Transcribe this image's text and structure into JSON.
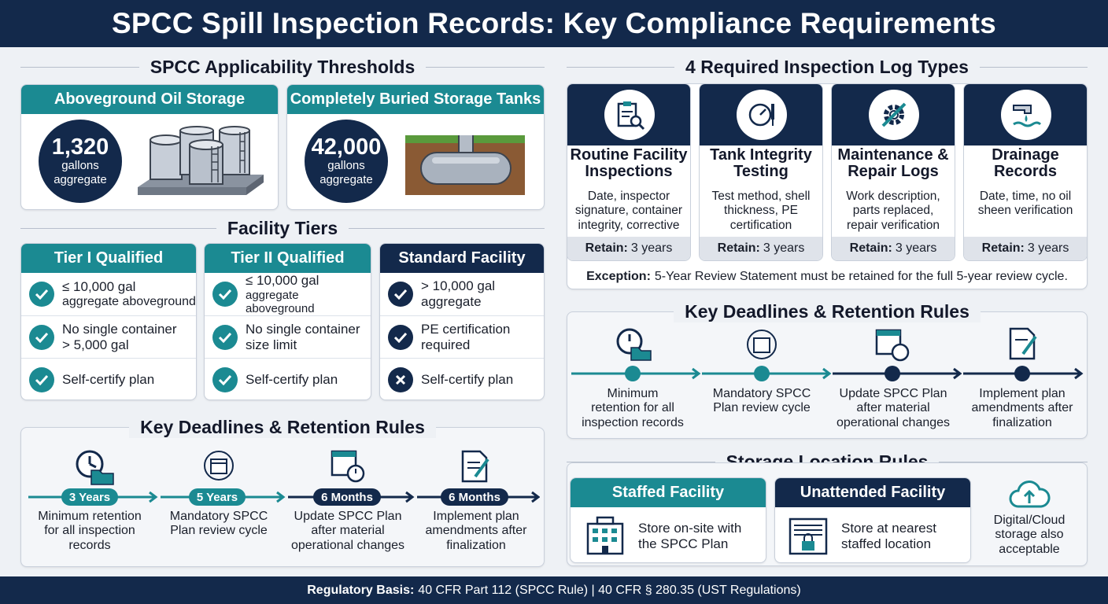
{
  "title": "SPCC Spill Inspection Records: Key Compliance Requirements",
  "footer": {
    "label": "Regulatory Basis:",
    "text": "40 CFR Part 112 (SPCC Rule) | 40 CFR § 280.35 (UST Regulations)"
  },
  "applicability": {
    "heading": "SPCC Applicability Thresholds",
    "cards": [
      {
        "title": "Aboveground Oil Storage",
        "value": "1,320",
        "unit1": "gallons",
        "unit2": "aggregate",
        "icon": "aboveground-tanks-icon"
      },
      {
        "title": "Completely Buried Storage Tanks",
        "value": "42,000",
        "unit1": "gallons",
        "unit2": "aggregate",
        "icon": "buried-tank-icon"
      }
    ]
  },
  "tiers": {
    "heading": "Facility Tiers",
    "cards": [
      {
        "title": "Tier I Qualified",
        "rows": [
          {
            "l1": "≤ 10,000 gal",
            "l2": "aggregate aboveground",
            "mark": "check"
          },
          {
            "l1": "No single container",
            "l2": "> 5,000 gal",
            "mark": "check"
          },
          {
            "l1": "Self-certify plan",
            "l2": "",
            "mark": "check"
          }
        ]
      },
      {
        "title": "Tier II Qualified",
        "rows": [
          {
            "l1": "≤ 10,000 gal",
            "l2": "aggregate aboveground",
            "mark": "check"
          },
          {
            "l1": "No single container",
            "l2": "size limit",
            "mark": "check"
          },
          {
            "l1": "Self-certify plan",
            "l2": "",
            "mark": "check"
          }
        ]
      },
      {
        "title": "Standard Facility",
        "rows": [
          {
            "l1": "> 10,000 gal",
            "l2": "aggregate",
            "mark": "check"
          },
          {
            "l1": "PE certification",
            "l2": "required",
            "mark": "check"
          },
          {
            "l1": "Self-certify plan",
            "l2": "",
            "mark": "x"
          }
        ]
      }
    ]
  },
  "deadlines_left": {
    "heading": "Key Deadlines & Retention Rules",
    "items": [
      {
        "pill": "3 Years",
        "l1": "Minimum retention",
        "l2": "for all inspection",
        "l3": "records"
      },
      {
        "pill": "5 Years",
        "l1": "Mandatory SPCC",
        "l2": "Plan review cycle",
        "l3": ""
      },
      {
        "pill": "6 Months",
        "l1": "Update SPCC Plan",
        "l2": "after material",
        "l3": "operational changes"
      },
      {
        "pill": "6 Months",
        "l1": "Implement plan",
        "l2": "amendments after",
        "l3": "finalization"
      }
    ]
  },
  "logs": {
    "heading": "4 Required Inspection Log Types",
    "retain_label": "Retain:",
    "cards": [
      {
        "t1": "Routine Facility",
        "t2": "Inspections",
        "d1": "Date, inspector",
        "d2": "signature, container",
        "d3": "integrity, corrective",
        "retain": "3 years",
        "icon": "clipboard-magnifier-icon"
      },
      {
        "t1": "Tank Integrity",
        "t2": "Testing",
        "d1": "Test method, shell",
        "d2": "thickness, PE",
        "d3": "certification",
        "retain": "3 years",
        "icon": "pressure-gauge-icon"
      },
      {
        "t1": "Maintenance &",
        "t2": "Repair Logs",
        "d1": "Work description,",
        "d2": "parts replaced,",
        "d3": "repair verification",
        "retain": "3 years",
        "icon": "gear-wrench-icon"
      },
      {
        "t1": "Drainage",
        "t2": "Records",
        "d1": "Date, time, no oil",
        "d2": "sheen verification",
        "d3": "",
        "retain": "3 years",
        "icon": "drain-pipe-icon"
      }
    ],
    "exception_label": "Exception:",
    "exception_text": "5-Year Review Statement must be retained for the full 5-year review cycle."
  },
  "deadlines_right": {
    "heading": "Key Deadlines & Retention Rules",
    "items": [
      {
        "l1": "Minimum",
        "l2": "retention for all",
        "l3": "inspection records"
      },
      {
        "l1": "Mandatory SPCC",
        "l2": "Plan review cycle",
        "l3": ""
      },
      {
        "l1": "Update SPCC Plan",
        "l2": "after material",
        "l3": "operational changes"
      },
      {
        "l1": "Implement plan",
        "l2": "amendments after",
        "l3": "finalization"
      }
    ]
  },
  "storage": {
    "heading": "Storage Location Rules",
    "staffed": {
      "title": "Staffed Facility",
      "l1": "Store on-site with",
      "l2": "the SPCC Plan"
    },
    "unattended": {
      "title": "Unattended Facility",
      "l1": "Store at nearest",
      "l2": "staffed location"
    },
    "cloud": {
      "l1": "Digital/Cloud",
      "l2": "storage also",
      "l3": "acceptable"
    }
  },
  "colors": {
    "navy": "#13294b",
    "teal": "#1b8a92",
    "check_teal": "#1b8a92"
  }
}
